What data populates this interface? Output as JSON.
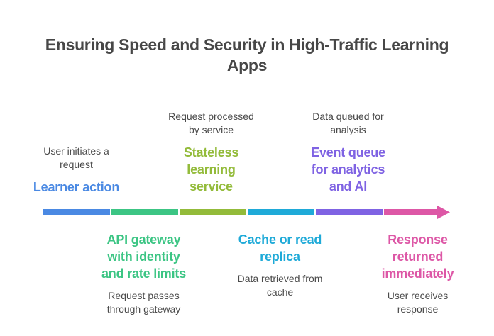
{
  "title": {
    "line1": "Ensuring Speed and Security in High-Traffic Learning",
    "line2": "Apps"
  },
  "colors": {
    "learner": "#4a89e3",
    "gateway": "#3cc584",
    "service": "#93bb3a",
    "cache": "#1faad8",
    "queue": "#7f63e3",
    "response": "#dd57a6"
  },
  "steps": [
    {
      "heading": [
        "Learner action"
      ],
      "description": [
        "User initiates a",
        "request"
      ],
      "position": "above"
    },
    {
      "heading": [
        "API gateway",
        "with identity",
        "and rate limits"
      ],
      "description": [
        "Request passes",
        "through gateway"
      ],
      "position": "below"
    },
    {
      "heading": [
        "Stateless",
        "learning",
        "service"
      ],
      "description": [
        "Request processed",
        "by service"
      ],
      "position": "above"
    },
    {
      "heading": [
        "Cache or read",
        "replica"
      ],
      "description": [
        "Data retrieved from",
        "cache"
      ],
      "position": "below"
    },
    {
      "heading": [
        "Event queue",
        "for analytics",
        "and AI"
      ],
      "description": [
        "Data queued for",
        "analysis"
      ],
      "position": "above"
    },
    {
      "heading": [
        "Response",
        "returned",
        "immediately"
      ],
      "description": [
        "User receives",
        "response"
      ],
      "position": "below"
    }
  ]
}
